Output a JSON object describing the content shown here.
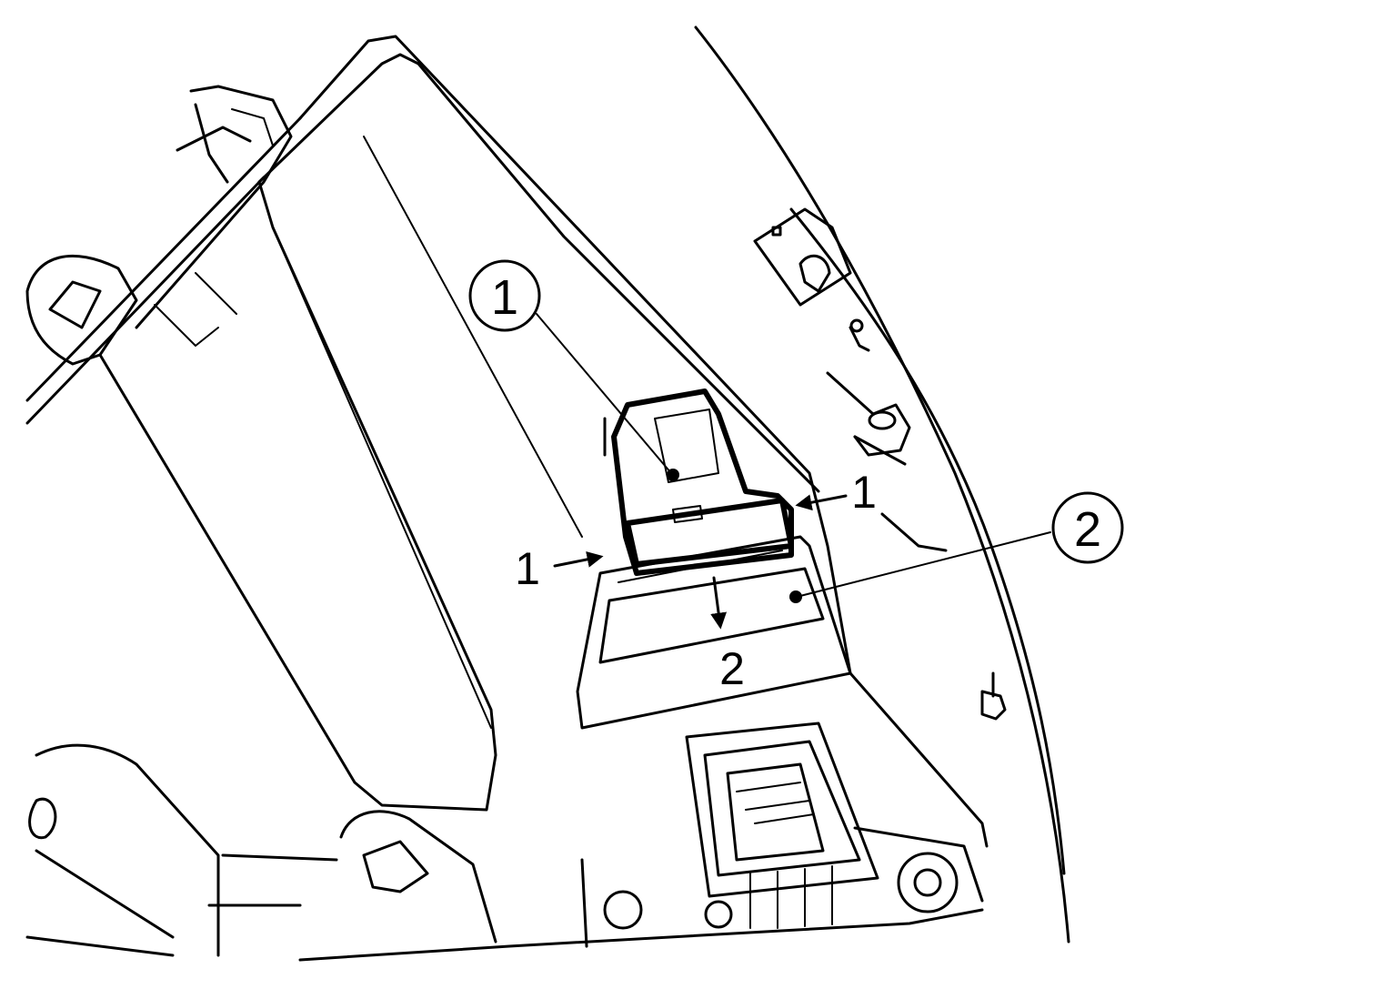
{
  "callouts": [
    {
      "number": "1"
    },
    {
      "number": "2"
    }
  ],
  "step_labels": [
    {
      "text": "1"
    },
    {
      "text": "1"
    },
    {
      "text": "2"
    }
  ],
  "colors": {
    "line": "#000000",
    "background": "#ffffff"
  }
}
